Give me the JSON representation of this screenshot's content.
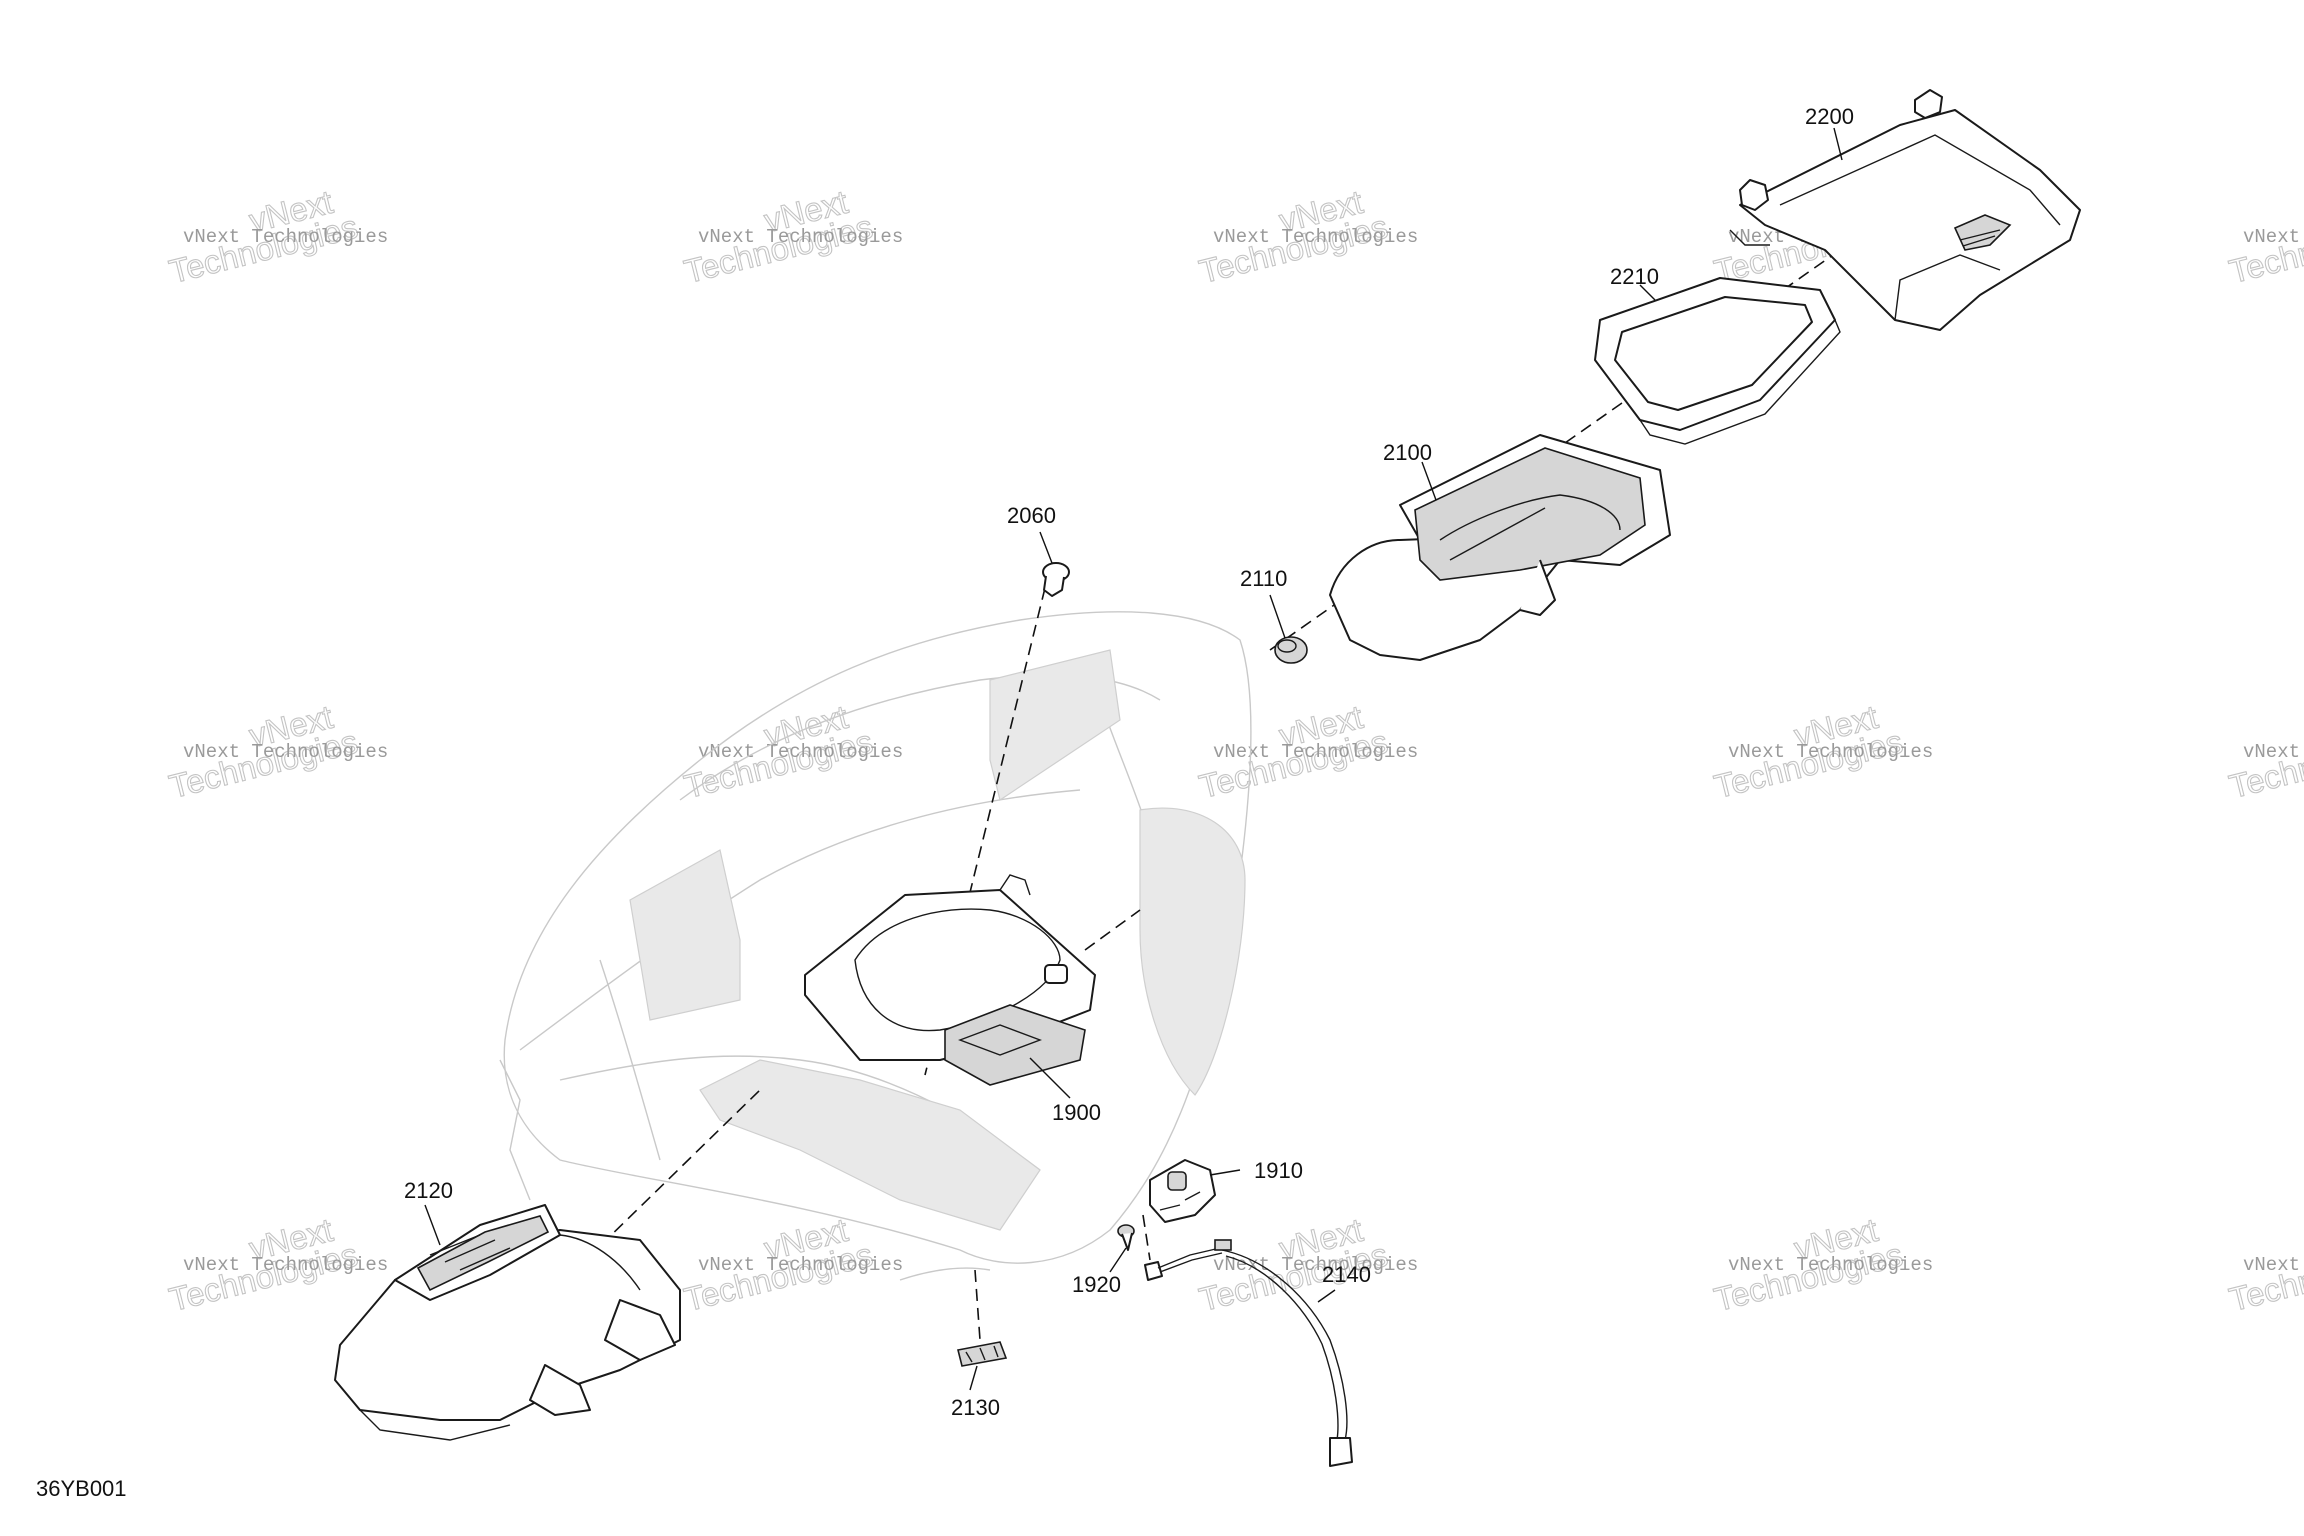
{
  "diagram_id": "36YB001",
  "callouts": {
    "c2200": "2200",
    "c2210": "2210",
    "c2100": "2100",
    "c2110": "2110",
    "c2060": "2060",
    "c1900": "1900",
    "c1910": "1910",
    "c1920": "1920",
    "c2140": "2140",
    "c2120": "2120",
    "c2130": "2130"
  },
  "watermark": {
    "line1": "vNext Technologies",
    "line2": "Technologies",
    "line3": "vNext"
  },
  "colors": {
    "line": "#1a1a1a",
    "ghost": "#c9c9c9",
    "background": "#ffffff"
  }
}
